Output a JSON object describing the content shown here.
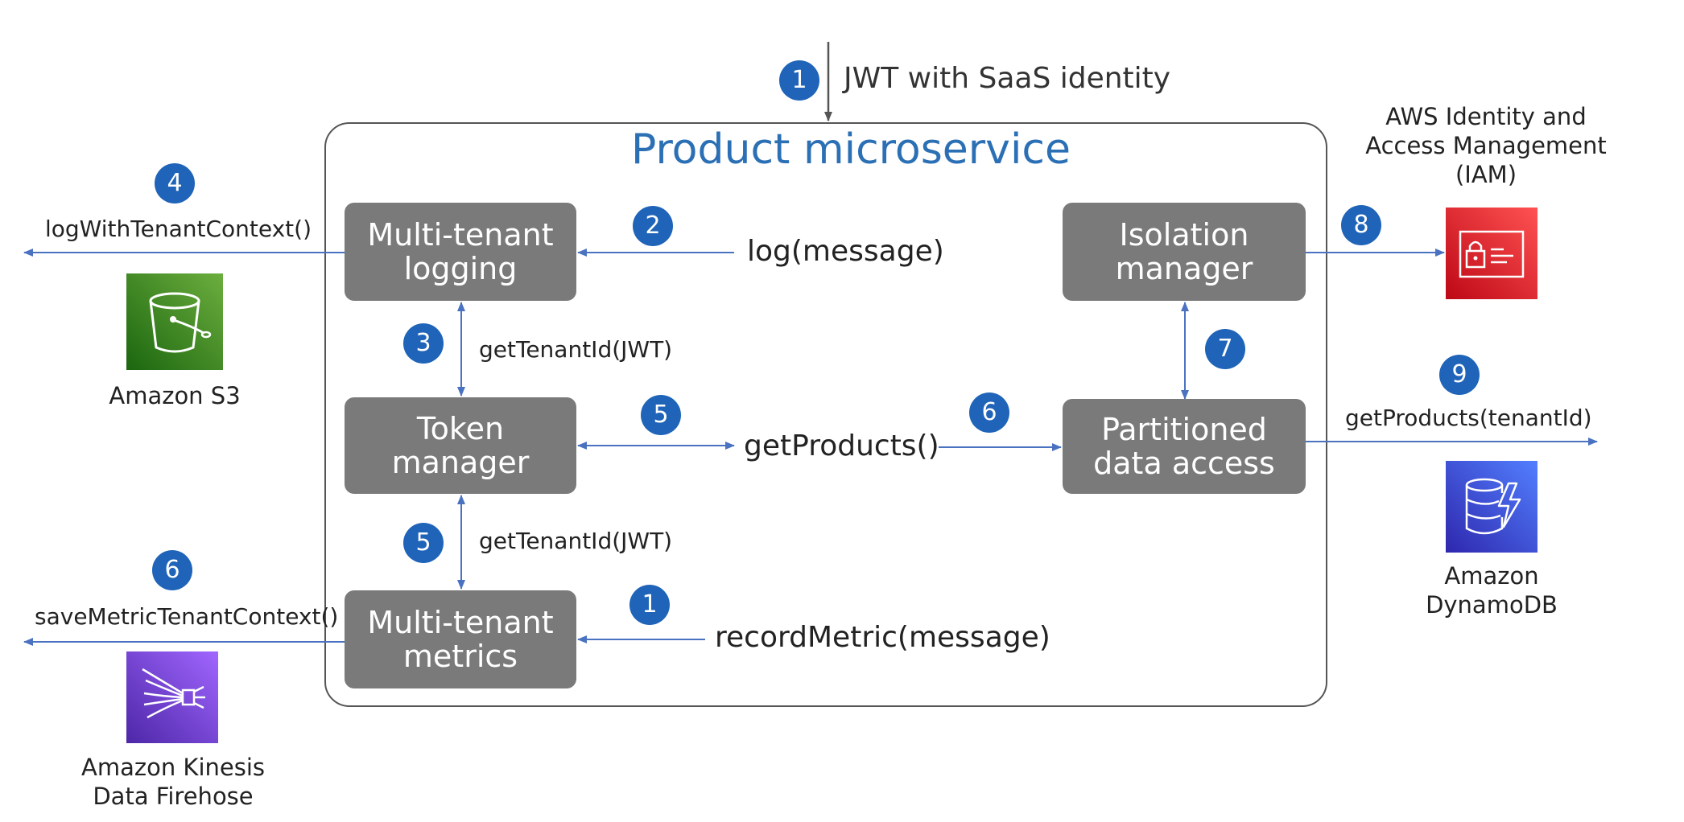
{
  "diagram": {
    "title": "Product microservice",
    "entry_label": "JWT with SaaS identity",
    "boxes": {
      "logging": "Multi-tenant\nlogging",
      "token": "Token\nmanager",
      "metrics": "Multi-tenant\nmetrics",
      "isolation": "Isolation\nmanager",
      "partitioned": "Partitioned\ndata access"
    },
    "labels": {
      "log_message": "log(message)",
      "get_products": "getProducts()",
      "record_metric": "recordMetric(message)",
      "get_tenant_id_1": "getTenantId(JWT)",
      "get_tenant_id_2": "getTenantId(JWT)",
      "log_with_tenant": "logWithTenantContext()",
      "save_metric": "saveMetricTenantContext()",
      "get_products_tenant": "getProducts(tenantId)"
    },
    "badges": {
      "entry": "1",
      "log": "2",
      "tenant_id": "3",
      "log_out": "4",
      "token_products": "5",
      "token_metrics": "5",
      "products_partition": "6",
      "metrics_out": "6",
      "isolation_partition": "7",
      "iam": "8",
      "dynamo": "9",
      "record_metric": "1"
    },
    "services": {
      "s3": "Amazon S3",
      "kinesis": "Amazon Kinesis\nData Firehose",
      "iam": "AWS Identity and\nAccess Management\n(IAM)",
      "dynamodb": "Amazon\nDynamoDB"
    },
    "colors": {
      "arrow": "#4a72c0",
      "box": "#7a7a7a",
      "badge": "#1f64b8",
      "title": "#2b6fb5",
      "s3": "#3f8624",
      "kinesis": "#7b3fd0",
      "iam": "#dd3433",
      "dynamodb": "#3a4fd4"
    }
  }
}
